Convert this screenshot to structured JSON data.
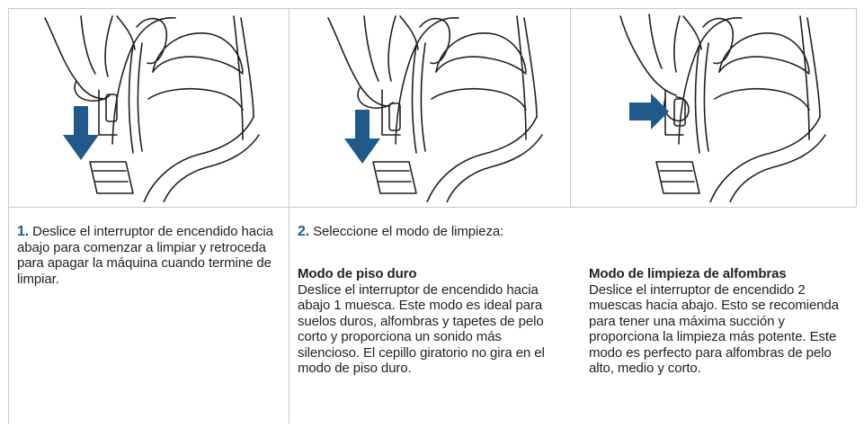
{
  "step1": {
    "number": "1.",
    "text": "Deslice el interruptor de encendido hacia abajo para comenzar a limpiar y retroceda para apagar la máquina cuando termine de limpiar."
  },
  "step2": {
    "number": "2.",
    "text": "Seleccione el modo de limpieza:",
    "modes": [
      {
        "title": "Modo de piso duro",
        "body": "Deslice el interruptor de encendido hacia abajo 1 muesca. Este modo es ideal para suelos duros, alfombras y tapetes de pelo corto y proporciona un sonido más silencioso. El cepillo giratorio no gira en el modo de piso duro."
      },
      {
        "title": "Modo de limpieza de alfombras",
        "body": "Deslice el interruptor de encendido 2 muescas hacia abajo. Esto se recomienda para tener una máxima succión y proporciona la limpieza más potente. Este modo es perfecto para alfombras de pelo alto, medio y corto."
      }
    ]
  },
  "illustrations": [
    {
      "icon": "hand-slide-down-illustration",
      "arrow": "down"
    },
    {
      "icon": "hand-slide-down-illustration",
      "arrow": "down"
    },
    {
      "icon": "hand-push-in-illustration",
      "arrow": "right"
    }
  ],
  "colors": {
    "accent": "#1f5a8a",
    "rule": "#c8c8c8",
    "text": "#231f20"
  }
}
